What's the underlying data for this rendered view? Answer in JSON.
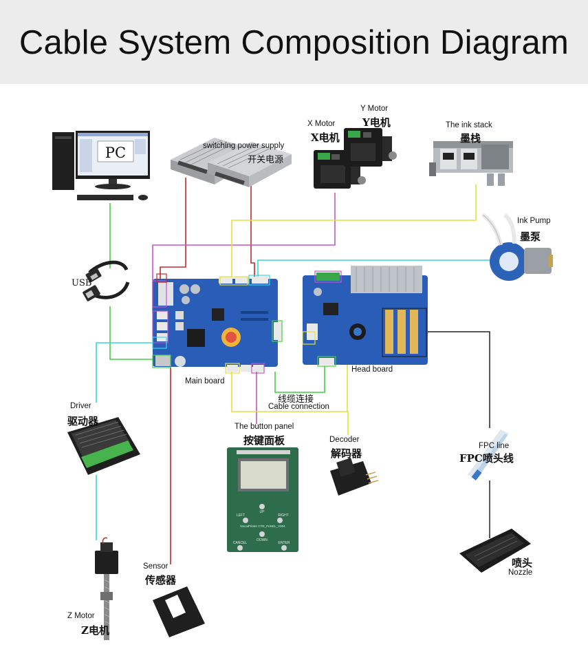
{
  "header": {
    "title": "Cable System Composition Diagram"
  },
  "colors": {
    "header_bg": "#ececec",
    "wire_green": "#3fcf3f",
    "wire_cyan": "#33d6e6",
    "wire_red": "#c3272b",
    "wire_magenta": "#c653c9",
    "wire_yellow": "#e5e03a",
    "wire_black": "#222222",
    "board_blue": "#2a5db8"
  },
  "labels": {
    "pc": "PC",
    "usb": "USB",
    "power_en": "switching power supply",
    "power_cn": "开关电源",
    "x_motor_en": "X Motor",
    "x_motor_cn": "X电机",
    "y_motor_en": "Y Motor",
    "y_motor_cn": "Y电机",
    "ink_stack_en": "The ink stack",
    "ink_stack_cn": "墨栈",
    "ink_pump_en": "Ink Pump",
    "ink_pump_cn": "墨泵",
    "main_board": "Main board",
    "head_board": "Head board",
    "cable_cn": "线缆连接",
    "cable_en": "Cable connection",
    "driver_en": "Driver",
    "driver_cn": "驱动器",
    "button_panel_en": "The button panel",
    "button_panel_cn": "按键面板",
    "decoder_en": "Decoder",
    "decoder_cn": "解码器",
    "fpc_en": "FPC line",
    "fpc_cn": "FPC喷头线",
    "sensor_en": "Sensor",
    "sensor_cn": "传感器",
    "z_motor_en": "Z Motor",
    "z_motor_cn": "Z电机",
    "nozzle_cn": "喷头",
    "nozzle_en": "Nozzle"
  },
  "panel_text": {
    "left": "LEFT",
    "right": "RIGHT",
    "up": "UP",
    "down": "DOWN",
    "cancel": "CANCEL",
    "enter": "ENTER",
    "model": "NocaiPrinter CTR_PANEL_V004"
  }
}
